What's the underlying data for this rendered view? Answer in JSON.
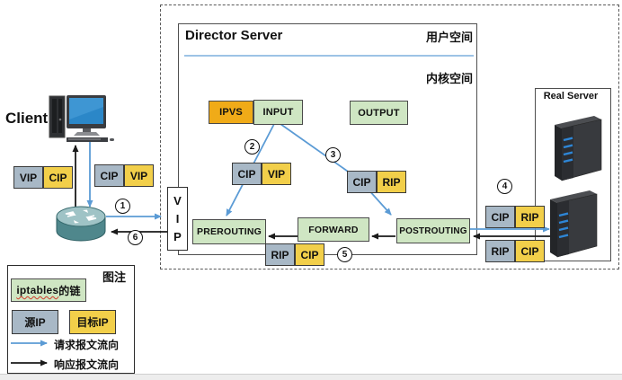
{
  "client": {
    "label": "Client"
  },
  "director": {
    "title": "Director Server",
    "user_space_label": "用户空间",
    "kernel_space_label": "内核空间"
  },
  "real_server": {
    "title": "Real Server"
  },
  "chains": {
    "ipvs": "IPVS",
    "input": "INPUT",
    "output": "OUTPUT",
    "prerouting": "PREROUTING",
    "forward": "FORWARD",
    "postrouting": "POSTROUTING"
  },
  "vip_box": {
    "line1": "V",
    "line2": "I",
    "line3": "P"
  },
  "pairs": {
    "response_to_client": {
      "src": "VIP",
      "dst": "CIP"
    },
    "request_from_client": {
      "src": "CIP",
      "dst": "VIP"
    },
    "request_input_to_prerouting": {
      "src": "CIP",
      "dst": "VIP"
    },
    "request_input_to_postrouting": {
      "src": "CIP",
      "dst": "RIP"
    },
    "request_to_real_server": {
      "src": "CIP",
      "dst": "RIP"
    },
    "response_bottom": {
      "src": "RIP",
      "dst": "CIP"
    },
    "response_from_real_server": {
      "src": "RIP",
      "dst": "CIP"
    }
  },
  "steps": {
    "s1": "1",
    "s2": "2",
    "s3": "3",
    "s4": "4",
    "s5": "5",
    "s6": "6"
  },
  "legend": {
    "title": "图注",
    "chain_word": "iptables",
    "chain_suffix": "的链",
    "source_ip_label": "源IP",
    "dest_ip_label": "目标IP",
    "request_flow_label": "请求报文流向",
    "response_flow_label": "响应报文流向"
  },
  "colors": {
    "request_flow_blue": "#5b9bd5",
    "response_flow_black": "#1a1a1a",
    "chain_green": "#cfe6c3",
    "source_ip_gray": "#a8b8c6",
    "dest_ip_yellow": "#f2cf4a",
    "ipvs_orange": "#f0ab18",
    "space_divider_blue": "#9dc3e6"
  }
}
